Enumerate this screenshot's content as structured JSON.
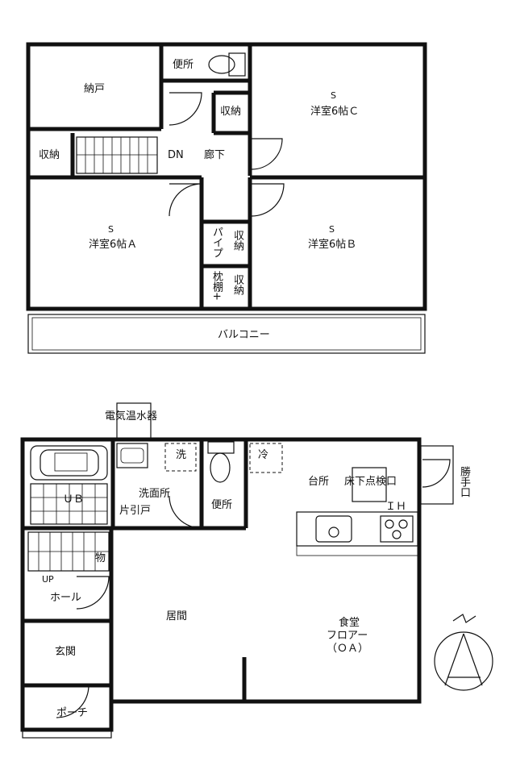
{
  "upper_floor": {
    "rooms": {
      "nando": "納戸",
      "toilet": "便所",
      "storage_c": "収納",
      "western_c": "洋室6帖Ｃ",
      "storage_left": "収納",
      "dn": "DN",
      "hallway": "廊下",
      "western_a": "洋室6帖Ａ",
      "western_b": "洋室6帖Ｂ",
      "pipe": "パイプ",
      "storage_pipe": "収納",
      "shelf": "枕棚+",
      "storage_shelf": "収納",
      "balcony": "バルコニー"
    },
    "s_mark": "S"
  },
  "lower_floor": {
    "rooms": {
      "water_heater": "電気温水器",
      "sen": "洗",
      "rei": "冷",
      "kitchen": "台所",
      "floor_hatch": "床下点検口",
      "service_door": "勝手口",
      "ih": "ＩＨ",
      "ub": "ＵＢ",
      "washroom": "洗面所",
      "sliding_door": "片引戸",
      "toilet": "便所",
      "mono": "物",
      "up": "UP",
      "hall": "ホール",
      "living": "居間",
      "dining": "食堂",
      "flooring": "フロアー",
      "oa": "（ＯＡ）",
      "entrance": "玄関",
      "porch": "ポーチ"
    }
  },
  "north_mark": "N"
}
